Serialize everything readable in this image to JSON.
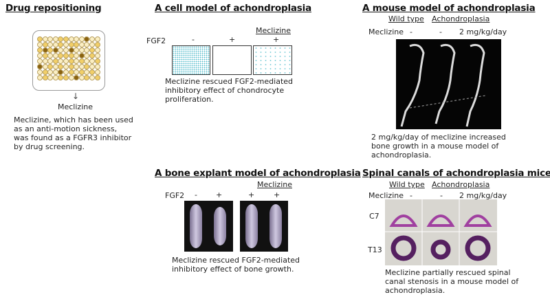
{
  "panels": {
    "drug": {
      "title": "Drug repositioning",
      "arrow_label": "Meclizine",
      "description": "Meclizine, which has been used as an anti-motion sickness, was found as a FGFR3 inhibitor by drug screening."
    },
    "cell": {
      "title": "A cell model of achondroplasia",
      "meclizine_label": "Meclizine",
      "fgf2_label": "FGF2",
      "conditions": [
        "-",
        "+",
        "+"
      ],
      "description": "Meclizine rescued FGF2-mediated inhibitory effect of chondrocyte proliferation."
    },
    "mouse": {
      "title": "A mouse model of achondroplasia",
      "group_wild": "Wild type",
      "group_achon": "Achondroplasia",
      "meclizine_label": "Meclizine",
      "doses": [
        "-",
        "-",
        "2 mg/kg/day"
      ],
      "description": "2 mg/kg/day of meclizine increased bone growth in a mouse model of achondroplasia."
    },
    "bone": {
      "title": "A bone explant model of achondroplasia",
      "meclizine_label": "Meclizine",
      "fgf2_label": "FGF2",
      "fgf2": [
        "-",
        "+",
        "+",
        "+"
      ],
      "description": "Meclizine rescued FGF2-mediated inhibitory effect of bone growth."
    },
    "spinal": {
      "title": "Spinal canals of achondroplasia mice",
      "group_wild": "Wild type",
      "group_achon": "Achondroplasia",
      "meclizine_label": "Meclizine",
      "doses": [
        "-",
        "-",
        "2 mg/kg/day"
      ],
      "rows": [
        "C7",
        "T13"
      ],
      "description": "Meclizine partially rescued spinal canal stenosis in a mouse model of achondroplasia."
    }
  },
  "colors": {
    "well_light": "#fbefc4",
    "well_mid": "#f2cf68",
    "well_dark": "#8a6210",
    "cell_stain": "#48b8c8",
    "spine_stain": "#a040a0"
  }
}
